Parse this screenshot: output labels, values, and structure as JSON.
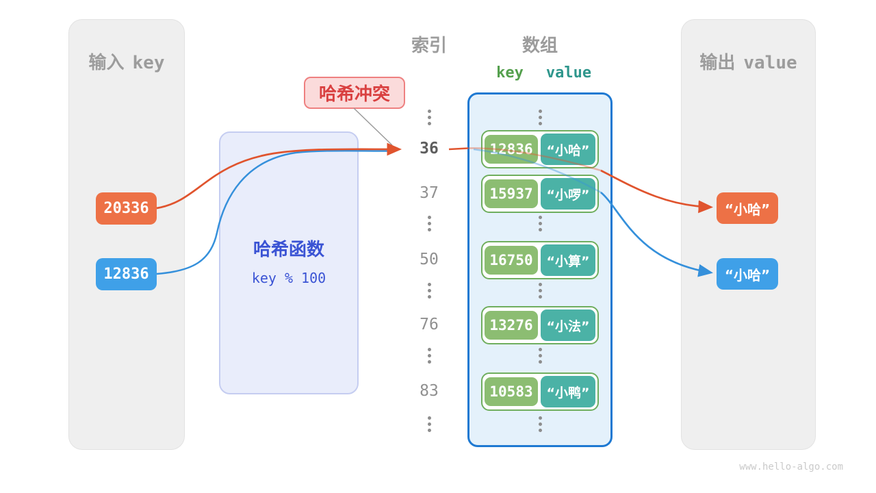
{
  "panels": {
    "input": {
      "title_zh": "输入",
      "title_en": "key"
    },
    "output": {
      "title_zh": "输出",
      "title_en": "value"
    }
  },
  "headers": {
    "index": "索引",
    "array": "数组",
    "key": "key",
    "value": "value"
  },
  "input_keys": [
    {
      "value": "20336",
      "color": "#ed7146"
    },
    {
      "value": "12836",
      "color": "#3fa0e8"
    }
  ],
  "hash_function": {
    "title": "哈希函数",
    "formula": "key % 100"
  },
  "collision_label": "哈希冲突",
  "index_column": [
    "36",
    "37",
    "50",
    "76",
    "83"
  ],
  "array_rows": [
    {
      "key": "12836",
      "value": "“小哈”"
    },
    {
      "key": "15937",
      "value": "“小啰”"
    },
    {
      "key": "16750",
      "value": "“小算”"
    },
    {
      "key": "13276",
      "value": "“小法”"
    },
    {
      "key": "10583",
      "value": "“小鸭”"
    }
  ],
  "outputs": [
    {
      "value": "“小哈”",
      "color": "#ed7146"
    },
    {
      "value": "“小哈”",
      "color": "#3fa0e8"
    }
  ],
  "watermark": "www.hello-algo.com",
  "colors": {
    "orange": "#ed7146",
    "orange_stroke": "#e0542e",
    "blue": "#3fa0e8",
    "blue_stroke": "#3590db",
    "key_green": "#8cbd72",
    "value_teal": "#4bb2a6",
    "row_border_green": "#6fae5e",
    "array_border_blue": "#1e79d2",
    "hash_text_blue": "#3a53d4",
    "collision_red": "#d94040"
  }
}
